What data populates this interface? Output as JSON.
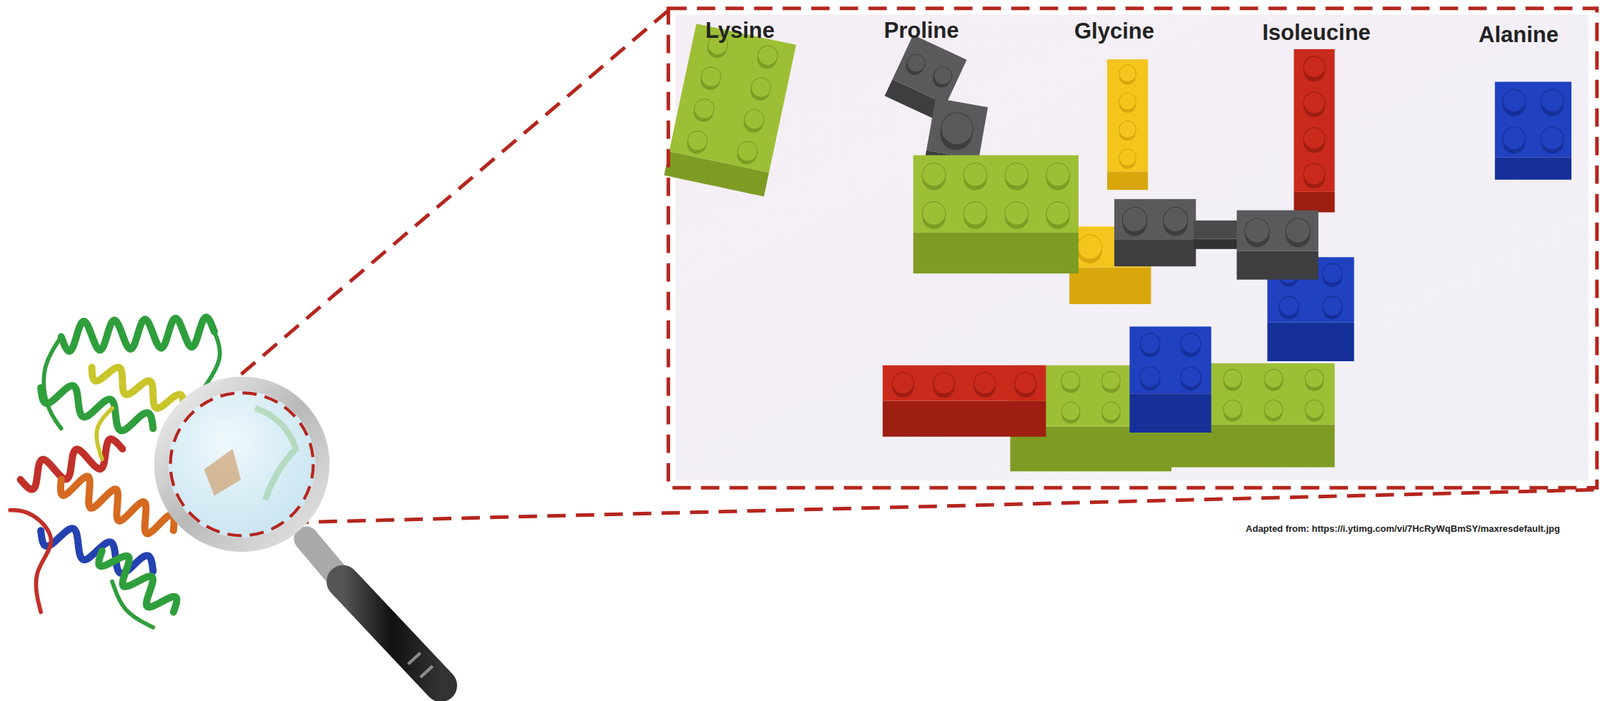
{
  "diagram": {
    "labels": [
      "Lysine",
      "Proline",
      "Glycine",
      "Isoleucine",
      "Alanine",
      "Adapted from: https://i.ytimg.com/vi/7HcRyWqBmSY/maxresdefault.jpg"
    ]
  }
}
